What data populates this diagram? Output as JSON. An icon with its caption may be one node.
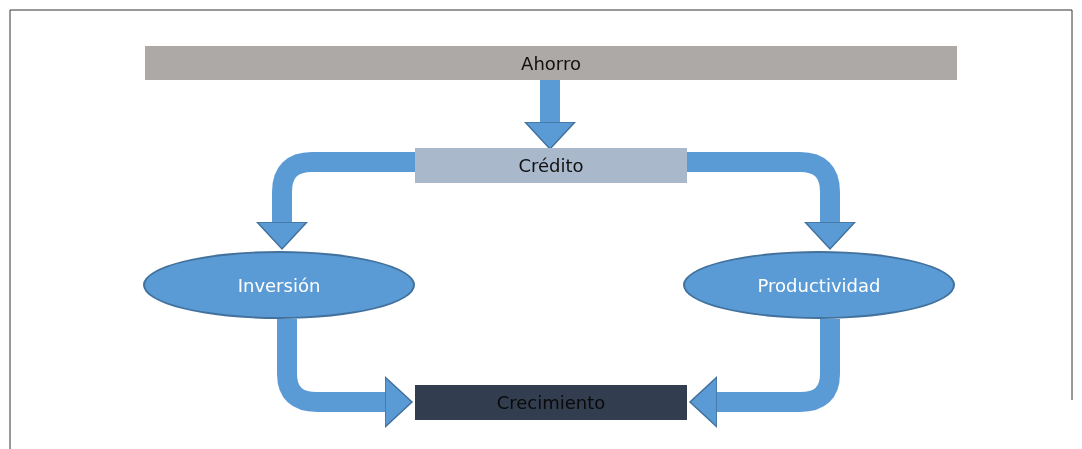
{
  "diagram": {
    "nodes": [
      {
        "text": [
          "Ahorro"
        ]
      },
      {
        "text": [
          "Crédito"
        ]
      },
      {
        "text": [
          "Inversión"
        ]
      },
      {
        "text": [
          "Productividad"
        ]
      },
      {
        "text": [
          "Crecimiento"
        ]
      }
    ],
    "edges": [
      {
        "from": 0,
        "to": 1,
        "arrow": "to"
      },
      {
        "from": 1,
        "to": 2,
        "arrow": "to"
      },
      {
        "from": 1,
        "to": 3,
        "arrow": "to"
      },
      {
        "from": 2,
        "to": 4,
        "arrow": "to"
      },
      {
        "from": 3,
        "to": 4,
        "arrow": "to"
      }
    ]
  }
}
